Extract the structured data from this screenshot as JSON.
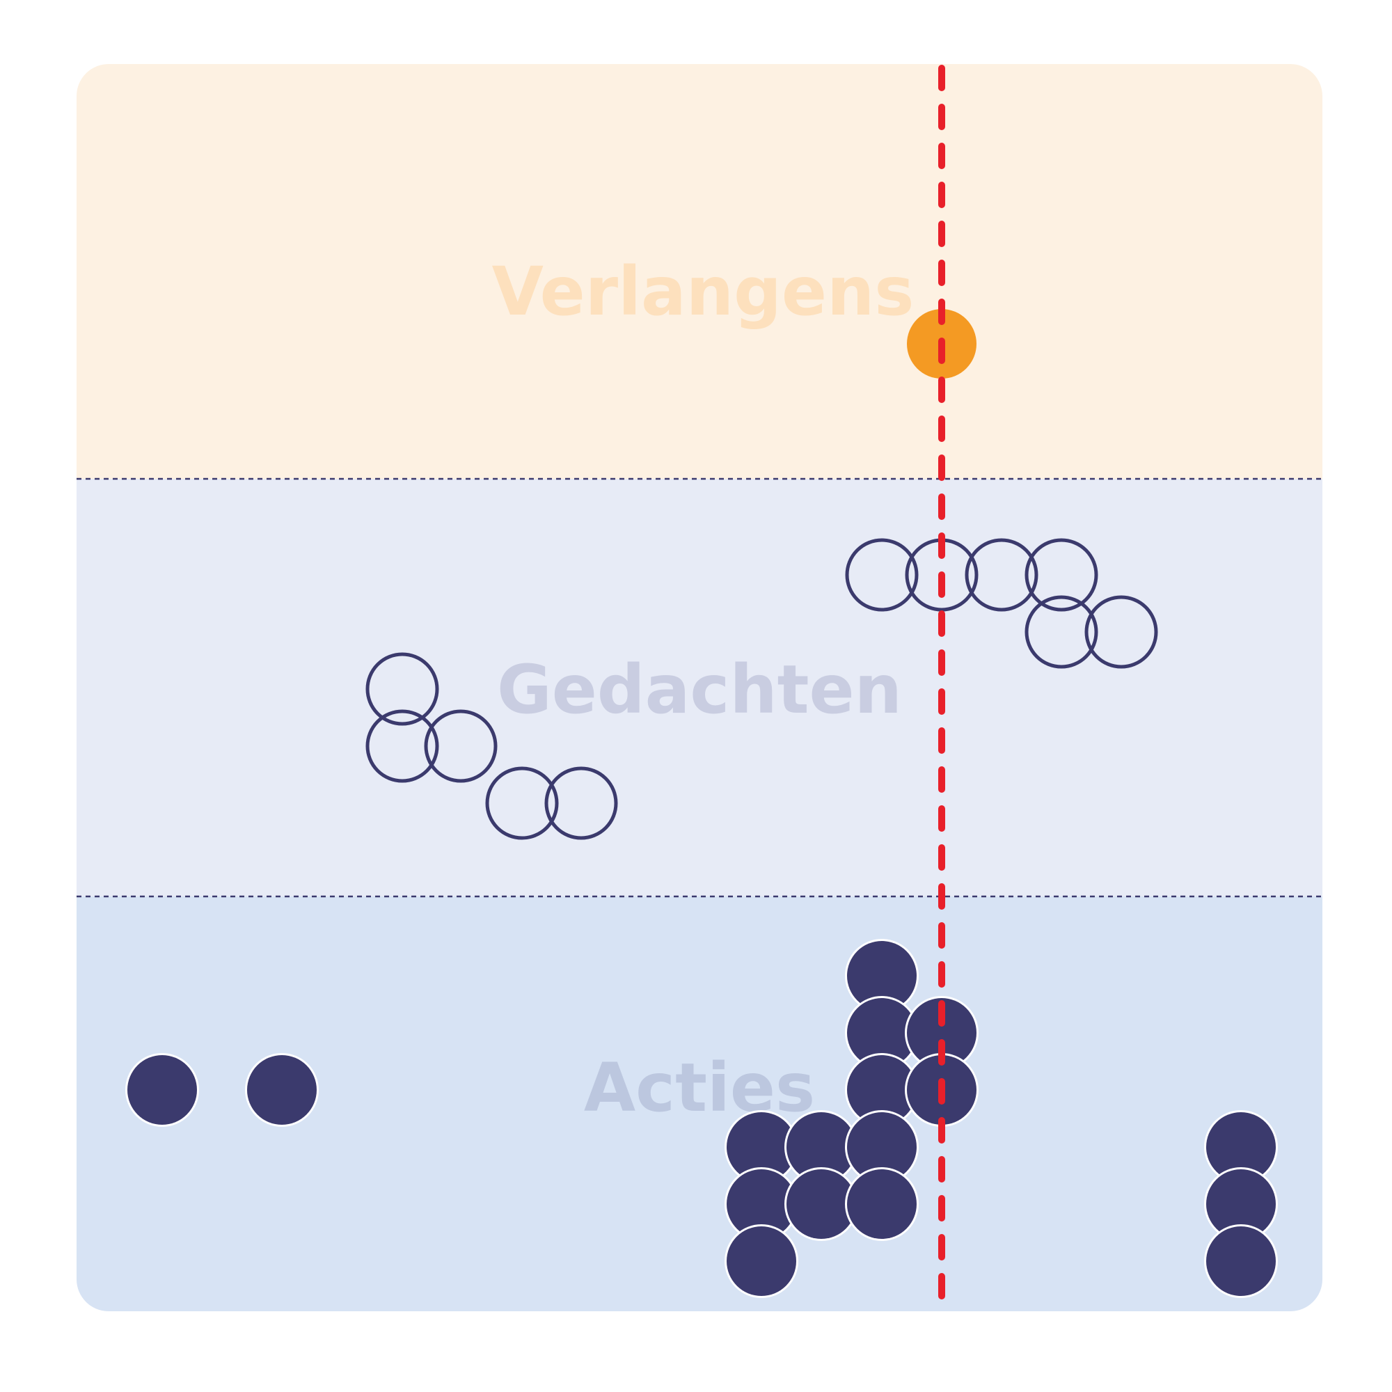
{
  "bands": [
    {
      "label": "Verlangens",
      "color": "#fdf1e2",
      "text_color": "#fde0bd"
    },
    {
      "label": "Gedachten",
      "color": "#e7ebf6",
      "text_color": "#c9cde1"
    },
    {
      "label": "Acties",
      "color": "#d7e3f4",
      "text_color": "#bcc7df"
    }
  ],
  "colors": {
    "separator": "#3b3a6d",
    "outline_circle": "#3b3a6d",
    "filled_circle": "#3b3a6d",
    "desire_circle": "#f49a23",
    "now_line": "#e8202a",
    "panel_border": "#ffffff"
  },
  "icons": {
    "desire": "filled-orange-circle",
    "thought": "outline-circle",
    "action": "filled-circle",
    "now_line": "dashed-vertical-line"
  }
}
